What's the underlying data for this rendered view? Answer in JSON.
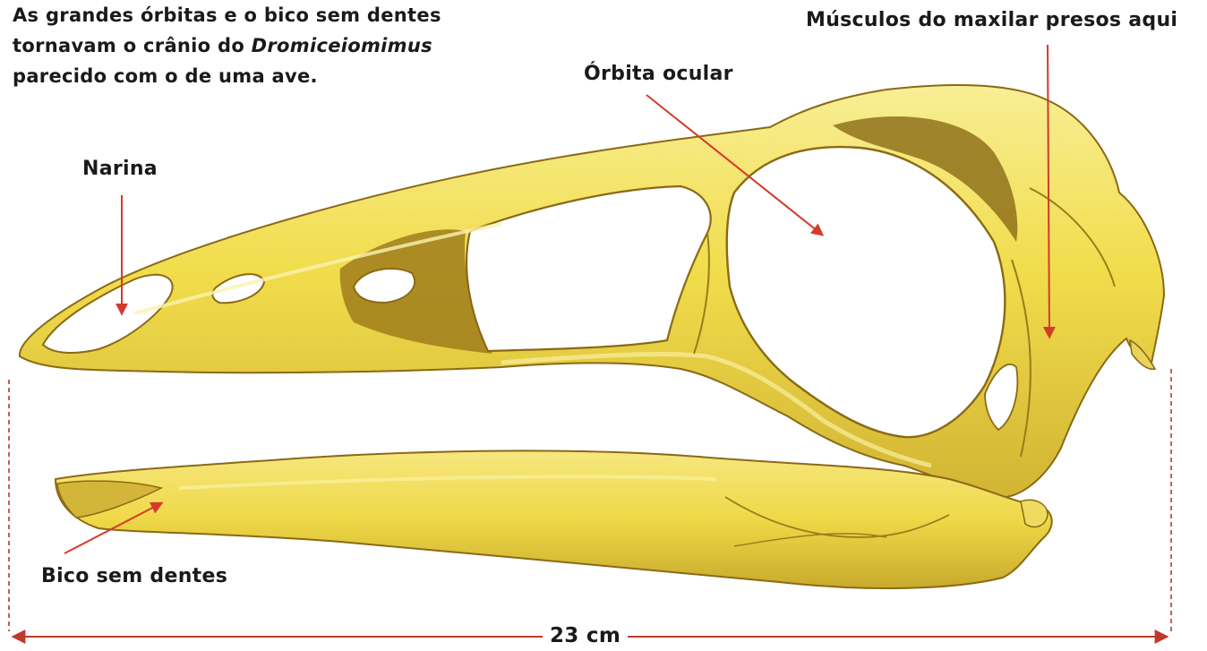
{
  "caption": {
    "line1": "As grandes órbitas e o bico sem dentes",
    "line2_prefix": "tornavam o crânio do ",
    "line2_genus": "Dromiceiomimus",
    "line3": "parecido com o de uma ave."
  },
  "labels": {
    "narina": "Narina",
    "orbita": "Órbita ocular",
    "musculos": "Músculos do maxilar presos aqui",
    "bico": "Bico sem dentes"
  },
  "scale": {
    "length_text": "23 cm"
  },
  "colors": {
    "bone": "#f1dd4c",
    "bone_light": "#f7eb8c",
    "bone_shade": "#c6a92a",
    "bone_dark": "#8a6a16",
    "outline": "#7a5c12",
    "arrow": "#d53a2a",
    "scale_line": "#b23a2a"
  }
}
